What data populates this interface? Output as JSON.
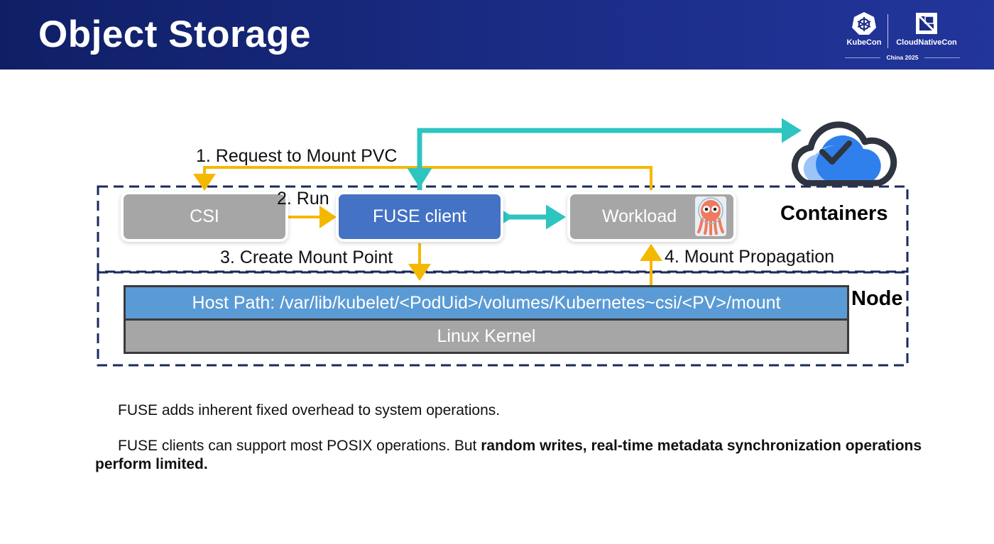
{
  "slide": {
    "title": "Object Storage"
  },
  "logo": {
    "left": "KubeCon",
    "right": "CloudNativeCon",
    "subtitle": "China 2025"
  },
  "diagram": {
    "boxes": {
      "csi": "CSI",
      "fuse": "FUSE client",
      "workload": "Workload"
    },
    "steps": {
      "step1": "1. Request to Mount PVC",
      "step2": "2. Run",
      "step3": "3. Create Mount Point",
      "step4": "4. Mount Propagation"
    },
    "sections": {
      "containers": "Containers",
      "node": "Node"
    },
    "host_path": "Host Path: /var/lib/kubelet/<PodUid>/volumes/Kubernetes~csi/<PV>/mount",
    "kernel": "Linux Kernel",
    "colors": {
      "arrow_yellow": "#f5b800",
      "arrow_teal": "#2ec4c0",
      "cloud_blue": "#2f80ed",
      "dash_border": "#1a2a5e"
    },
    "icons": [
      "cloud-check-icon",
      "octopus-mascot-icon"
    ]
  },
  "notes": {
    "line1": "FUSE adds inherent fixed overhead to system operations.",
    "line2_normal": "FUSE clients can support most POSIX operations. But ",
    "line2_bold": "random writes, real-time metadata synchronization operations perform limited."
  }
}
